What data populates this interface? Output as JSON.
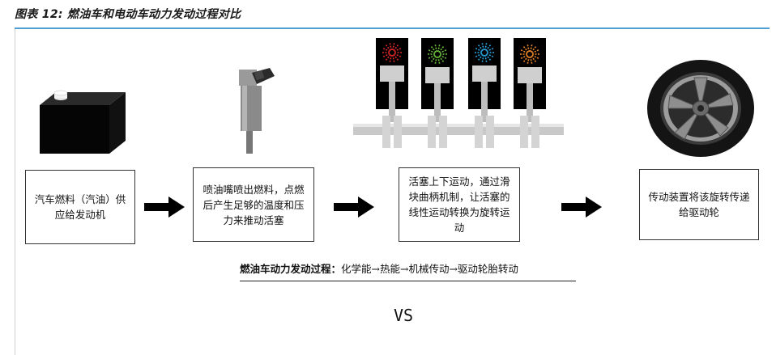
{
  "figure": {
    "title": "图表 12: 燃油车和电动车动力发动过程对比"
  },
  "steps": [
    {
      "text": "汽车燃料（汽油）供应给发动机",
      "illustration": "fuel-tank"
    },
    {
      "text": "喷油嘴喷出燃料，点燃后产生足够的温度和压力来推动活塞",
      "illustration": "fuel-injector"
    },
    {
      "text": "活塞上下运动，通过滑块曲柄机制，让活塞的线性运动转换为旋转运动",
      "illustration": "pistons-crankshaft"
    },
    {
      "text": "传动装置将该旋转传递给驱动轮",
      "illustration": "wheel"
    }
  ],
  "summary": {
    "label": "燃油车动力发动过程：",
    "chain": "化学能→热能→机械传动→驱动轮胎转动"
  },
  "vs_text": "VS",
  "colors": {
    "accent_rule": "#4f9fd5",
    "firework_colors": [
      "#e0282c",
      "#6ec33e",
      "#2aa6e0",
      "#f08a2a"
    ]
  }
}
